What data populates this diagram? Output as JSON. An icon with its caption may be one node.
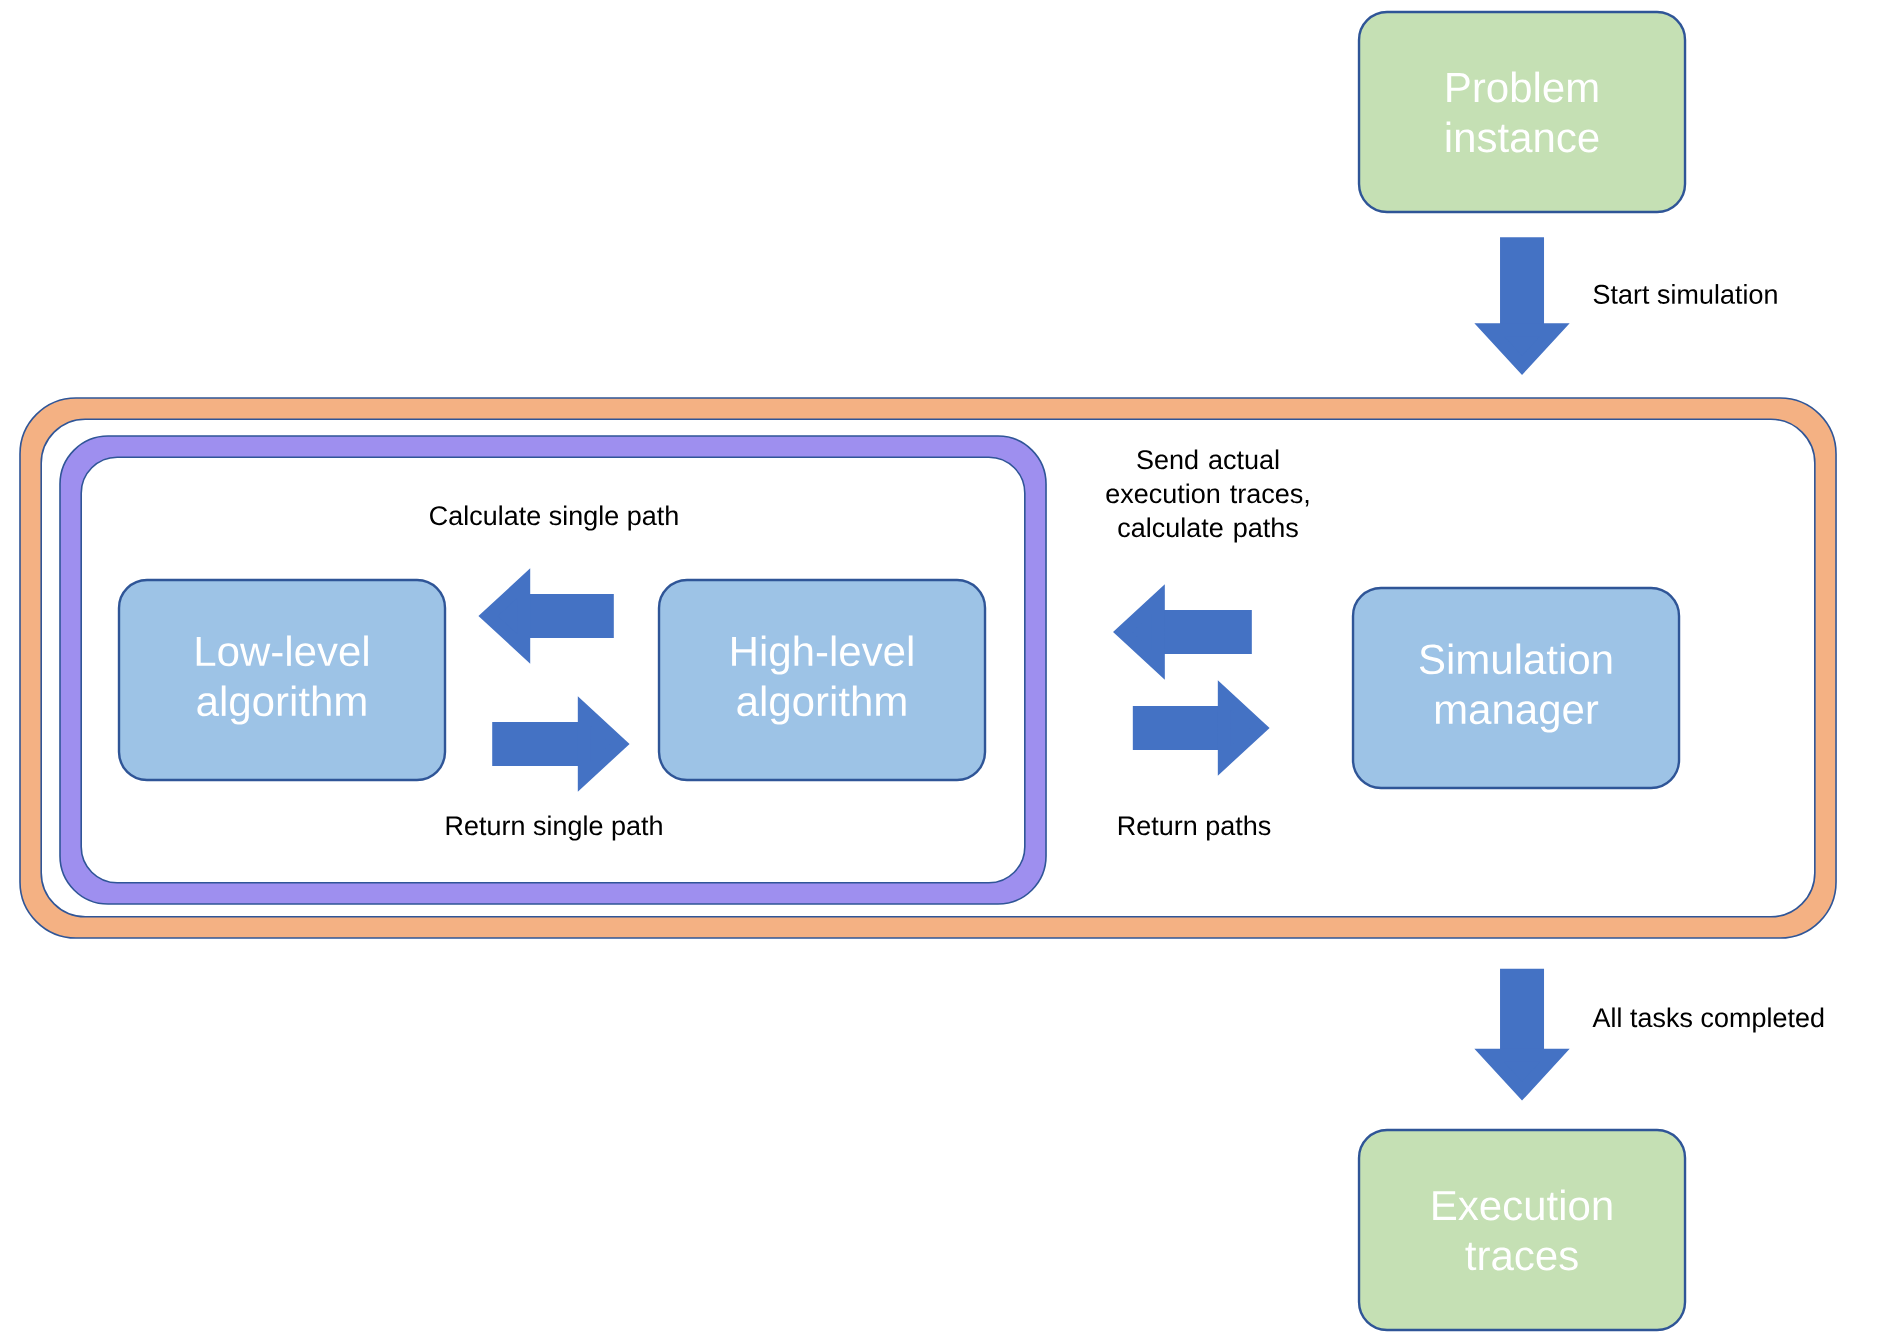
{
  "diagram": {
    "nodes": [
      {
        "text": [
          "Problem instance"
        ]
      },
      {
        "text": [],
        "shape": "box"
      },
      {
        "text": [],
        "shape": "box",
        "in": 1
      },
      {
        "text": [
          "Low-level algorithm"
        ],
        "in": 2
      },
      {
        "text": [
          "High-level algorithm"
        ],
        "in": 2
      },
      {
        "text": [
          "Simulation manager"
        ],
        "in": 1
      },
      {
        "text": [
          "Execution traces"
        ]
      }
    ],
    "edges": [
      {
        "from": 0,
        "to": 1,
        "arrow": "to",
        "label": "Start simulation"
      },
      {
        "from": 4,
        "to": 3,
        "arrow": "to",
        "label": "Calculate single path"
      },
      {
        "from": 3,
        "to": 4,
        "arrow": "to",
        "label": "Return single path"
      },
      {
        "from": 5,
        "to": 2,
        "arrow": "to",
        "label": "Send actual execution traces, calculate paths"
      },
      {
        "from": 2,
        "to": 5,
        "arrow": "to",
        "label": "Return paths"
      },
      {
        "from": 1,
        "to": 6,
        "arrow": "to",
        "label": "All tasks completed"
      }
    ]
  }
}
